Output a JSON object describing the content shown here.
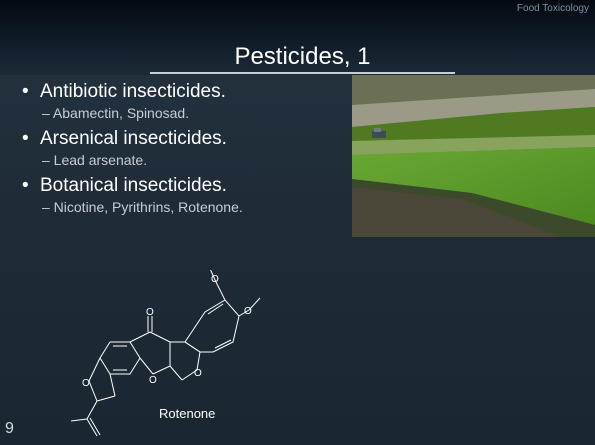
{
  "header": {
    "course": "Food Toxicology",
    "title": "Pesticides, 1"
  },
  "bullets": [
    {
      "text": "Antibiotic insecticides.",
      "sub": "– Abamectin, Spinosad."
    },
    {
      "text": "Arsenical insecticides.",
      "sub": "– Lead arsenate."
    },
    {
      "text": "Botanical insecticides.",
      "sub": "– Nicotine, Pyrithrins, Rotenone."
    }
  ],
  "bullet_glyph": "•",
  "structure": {
    "name": "Rotenone",
    "atoms": {
      "oxygen": "O"
    }
  },
  "footer": {
    "page_number": "9"
  },
  "colors": {
    "background": "#1e2b37",
    "title_text": "#ffffff",
    "sub_text": "#c6cdd5",
    "field_green": "#4f8a22"
  }
}
